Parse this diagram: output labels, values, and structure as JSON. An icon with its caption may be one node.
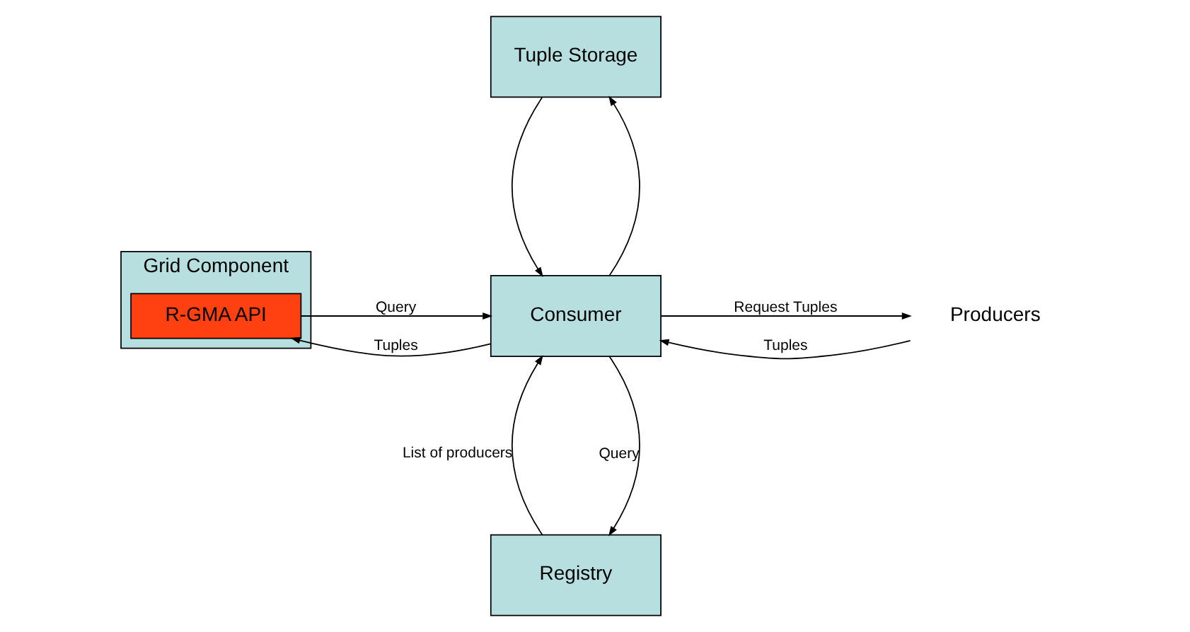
{
  "diagram": {
    "nodes": [
      {
        "text": [
          "Registry"
        ]
      },
      {
        "text": [
          "Grid Component"
        ]
      },
      {
        "text": [
          "R-GMA API"
        ],
        "in": 1
      },
      {
        "text": [
          "Consumer"
        ]
      },
      {
        "text": [
          "Producers"
        ]
      },
      {
        "text": [
          "Tuple Storage"
        ]
      }
    ],
    "edges": [
      {
        "from": 3,
        "to": 0,
        "arrow": "to",
        "label": "Query"
      },
      {
        "from": 0,
        "to": 3,
        "arrow": "to",
        "label": "List of producers"
      },
      {
        "from": 2,
        "to": 3,
        "arrow": "to",
        "label": "Query"
      },
      {
        "from": 3,
        "to": 2,
        "arrow": "to",
        "label": "Tuples"
      },
      {
        "from": 3,
        "to": 4,
        "arrow": "to",
        "label": "Request Tuples"
      },
      {
        "from": 4,
        "to": 3,
        "arrow": "to",
        "label": "Tuples"
      },
      {
        "from": 3,
        "to": 5,
        "arrow": "to"
      },
      {
        "from": 5,
        "to": 3,
        "arrow": "to"
      }
    ]
  }
}
